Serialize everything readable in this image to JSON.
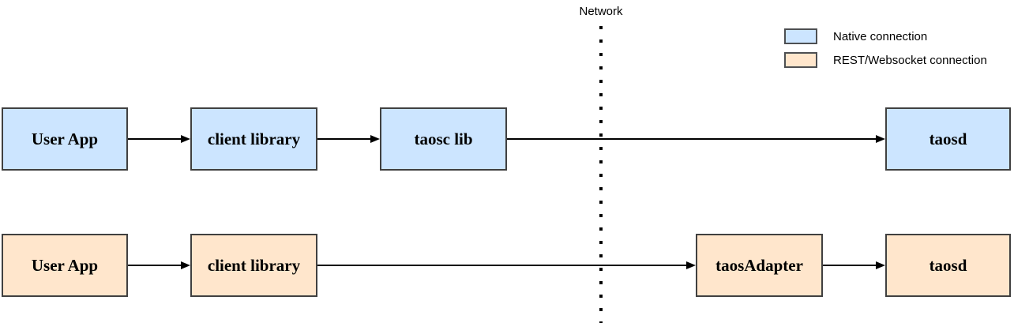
{
  "diagram": {
    "network_label": "Network",
    "legend": [
      {
        "label": "Native connection",
        "type": "native",
        "fill": "#cce5ff"
      },
      {
        "label": "REST/Websocket connection",
        "type": "rest",
        "fill": "#ffe6cc"
      }
    ],
    "rows": {
      "native": {
        "connection_type": "Native connection",
        "nodes": [
          "User App",
          "client library",
          "taosc lib",
          "taosd"
        ]
      },
      "rest": {
        "connection_type": "REST/Websocket connection",
        "nodes": [
          "User App",
          "client library",
          "taosAdapter",
          "taosd"
        ]
      }
    },
    "colors": {
      "native_fill": "#cce5ff",
      "rest_fill": "#ffe6cc",
      "node_stroke": "#404040",
      "arrow": "#000000",
      "divider": "#000000"
    }
  }
}
